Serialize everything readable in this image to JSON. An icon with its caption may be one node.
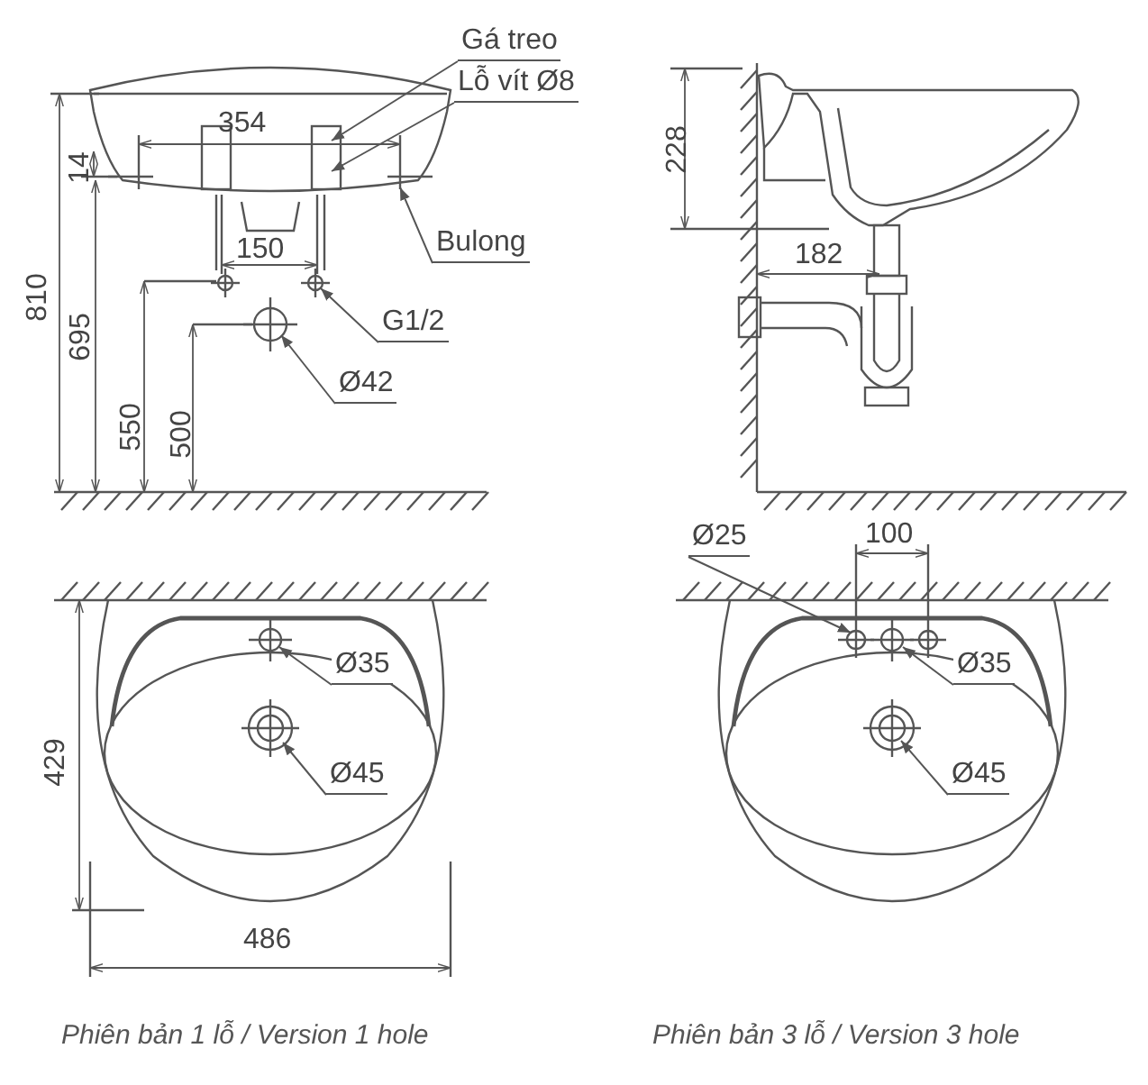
{
  "diagram": {
    "nodes": [
      {
        "text": [
          "Gá treo"
        ]
      },
      {
        "text": [
          "Lỗ vít Ø8"
        ]
      },
      {
        "text": [
          "Bulong"
        ]
      },
      {
        "text": [
          "G1/2"
        ]
      },
      {
        "text": [
          "Ø42"
        ]
      },
      {
        "text": [
          "Ø35"
        ]
      },
      {
        "text": [
          "Ø45"
        ]
      },
      {
        "text": [
          "Ø25"
        ]
      },
      {
        "text": [
          "Ø35"
        ]
      },
      {
        "text": [
          "Ø45"
        ]
      }
    ],
    "edges": [
      {
        "from": 0,
        "to": null,
        "arrow": "to"
      },
      {
        "from": 1,
        "to": null,
        "arrow": "to"
      },
      {
        "from": 2,
        "to": null,
        "arrow": "to"
      },
      {
        "from": 3,
        "to": null,
        "arrow": "to"
      },
      {
        "from": 4,
        "to": null,
        "arrow": "to"
      },
      {
        "from": 5,
        "to": null,
        "arrow": "to"
      },
      {
        "from": 6,
        "to": null,
        "arrow": "to"
      },
      {
        "from": 7,
        "to": null,
        "arrow": "to"
      },
      {
        "from": 8,
        "to": null,
        "arrow": "to"
      },
      {
        "from": 9,
        "to": null,
        "arrow": "to"
      }
    ],
    "labels": [
      "354",
      "14",
      "150",
      "810",
      "695",
      "550",
      "500",
      "228",
      "182",
      "429",
      "486",
      "100",
      "Phiên bản 1 lỗ / Version 1 hole",
      "Phiên bản 3 lỗ / Version 3 hole"
    ]
  }
}
